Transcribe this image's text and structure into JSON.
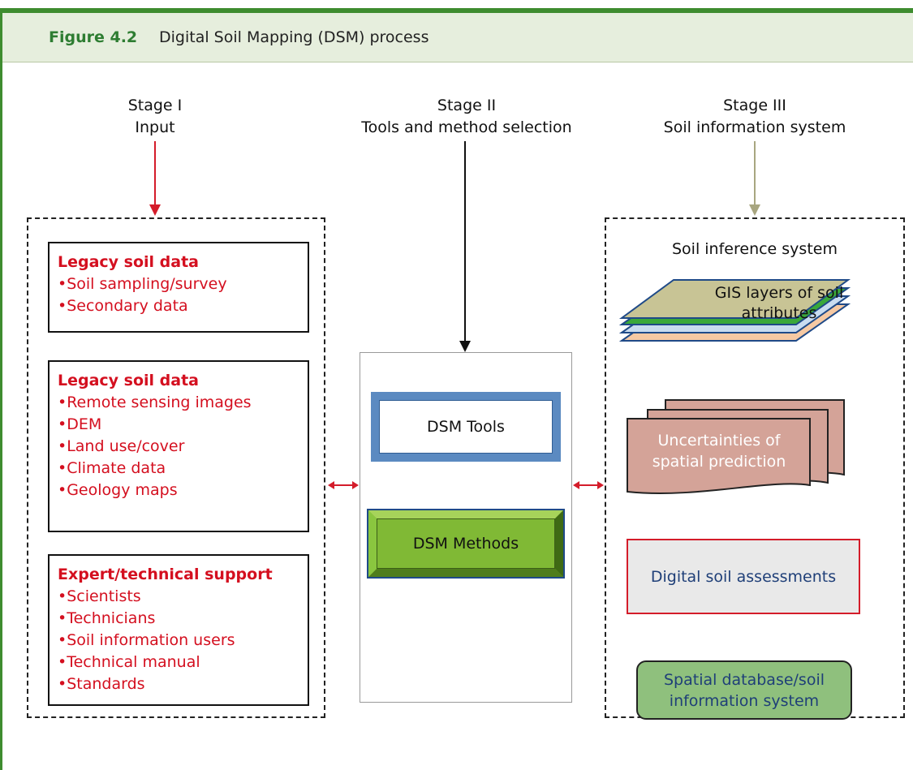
{
  "figure": {
    "number": "Figure 4.2",
    "title": "Digital Soil Mapping (DSM) process"
  },
  "stages": [
    {
      "line1": "Stage I",
      "line2": "Input"
    },
    {
      "line1": "Stage II",
      "line2": "Tools and method selection"
    },
    {
      "line1": "Stage III",
      "line2": "Soil information system"
    }
  ],
  "input_boxes": [
    {
      "heading": "Legacy soil data",
      "items": [
        "•Soil sampling/survey",
        "•Secondary data"
      ]
    },
    {
      "heading": "Legacy soil data",
      "items": [
        "•Remote sensing images",
        "•DEM",
        "•Land use/cover",
        "•Climate data",
        "•Geology maps"
      ]
    },
    {
      "heading": "Expert/technical support",
      "items": [
        "•Scientists",
        "•Technicians",
        "•Soil information users",
        "•Technical manual",
        "•Standards"
      ]
    }
  ],
  "tools": {
    "dsm_tools": "DSM Tools",
    "dsm_methods": "DSM Methods"
  },
  "output": {
    "header": "Soil inference system",
    "gis_line1": "GIS layers of soil",
    "gis_line2": "attributes",
    "uncert_line1": "Uncertainties of",
    "uncert_line2": "spatial prediction",
    "assessments": "Digital soil assessments",
    "spatial_line1": "Spatial database/soil",
    "spatial_line2": "information system"
  },
  "colors": {
    "accent_green": "#3e8c2f",
    "header_bg": "#e6eedd",
    "input_text_red": "#d40f1f",
    "stage1_arrow": "#d41c2a",
    "stage3_arrow": "#a8a680",
    "gis_top": "#c8c495",
    "gis_green": "#3aa83a",
    "gis_blue": "#c9dcf0",
    "gis_peach": "#f6c9a3",
    "uncert_fill": "#d4a398",
    "tools_frame": "#5b8ac1",
    "methods_fill": "#80b935",
    "assess_bg": "#e9e9e9",
    "spatial_fill": "#8fc07d"
  }
}
